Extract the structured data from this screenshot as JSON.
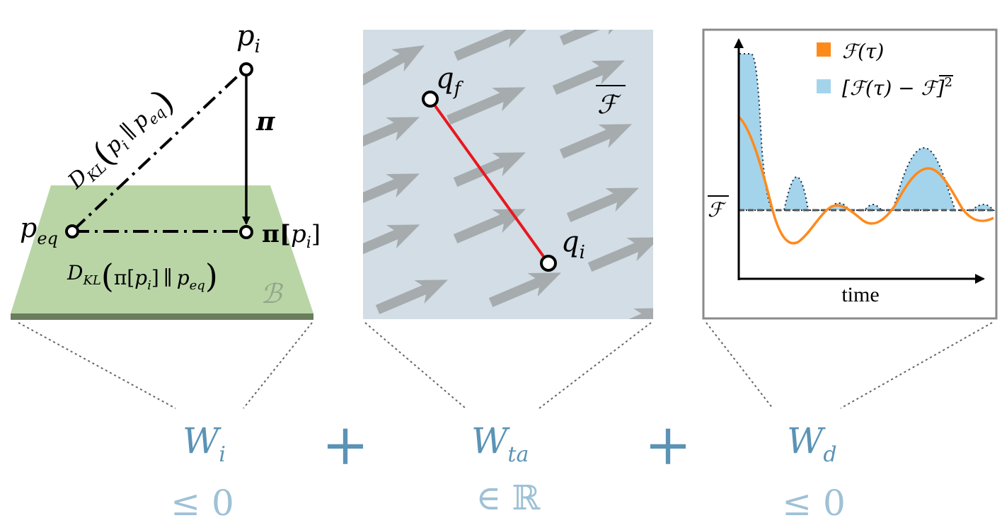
{
  "colors": {
    "plane": "#b9d5a6",
    "plane_edge": "#6a7d5c",
    "field_bg": "#d2dde5",
    "arrow": "#a6abae",
    "path": "#e8181f",
    "orange": "#ff8a1c",
    "lightblue": "#a4d4ec",
    "term": "#5b93b5",
    "bound": "#9ec1d6"
  },
  "left_panel": {
    "p_i": "p",
    "p_i_sub": "i",
    "projection": "π",
    "p_eq": "p",
    "p_eq_sub": "eq",
    "pi_p_i_pre": "π[",
    "pi_p_i_var": "p",
    "pi_p_i_sub": "i",
    "pi_p_i_post": "]",
    "dkl_top_D": "D",
    "dkl_top_sub": "KL",
    "dkl_top_p": "p",
    "dkl_top_p_sub": "i",
    "dkl_top_sep": "∥",
    "dkl_top_q": "p",
    "dkl_top_q_sub": "eq",
    "dkl_bot_D": "D",
    "dkl_bot_sub": "KL",
    "dkl_bot_arg_pre": "π[",
    "dkl_bot_arg_var": "p",
    "dkl_bot_arg_sub": "i",
    "dkl_bot_arg_post": "]",
    "dkl_bot_sep": "∥",
    "dkl_bot_q": "p",
    "dkl_bot_q_sub": "eq",
    "manifold": "ℬ"
  },
  "middle_panel": {
    "q_f": "q",
    "q_f_sub": "f",
    "q_i": "q",
    "q_i_sub": "i",
    "field": "ℱ"
  },
  "right_panel": {
    "legend_orange": "ℱ(τ)",
    "legend_blue_pre": "[ℱ(τ) − ",
    "legend_blue_bar": "ℱ",
    "legend_blue_post": "]",
    "legend_blue_exp": "2",
    "mean_label": "ℱ",
    "xlabel": "time"
  },
  "bottom": {
    "w_i": "W",
    "w_i_sub": "i",
    "plus1": "+",
    "w_ta": "W",
    "w_ta_sub": "ta",
    "plus2": "+",
    "w_d": "W",
    "w_d_sub": "d",
    "bound_i": "≤ 0",
    "bound_ta": "∈ ℝ",
    "bound_d": "≤ 0"
  }
}
